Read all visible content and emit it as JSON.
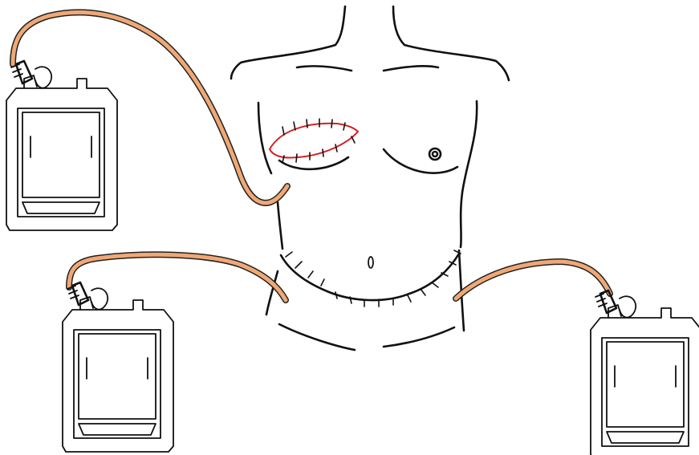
{
  "diagram": {
    "subject": "torso",
    "drains": [
      {
        "position": "upper-left"
      },
      {
        "position": "lower-left"
      },
      {
        "position": "lower-right"
      }
    ]
  },
  "colors": {
    "tubing": "#f0a875",
    "incision": "#d42020",
    "line": "#111111",
    "background": "#ffffff"
  }
}
